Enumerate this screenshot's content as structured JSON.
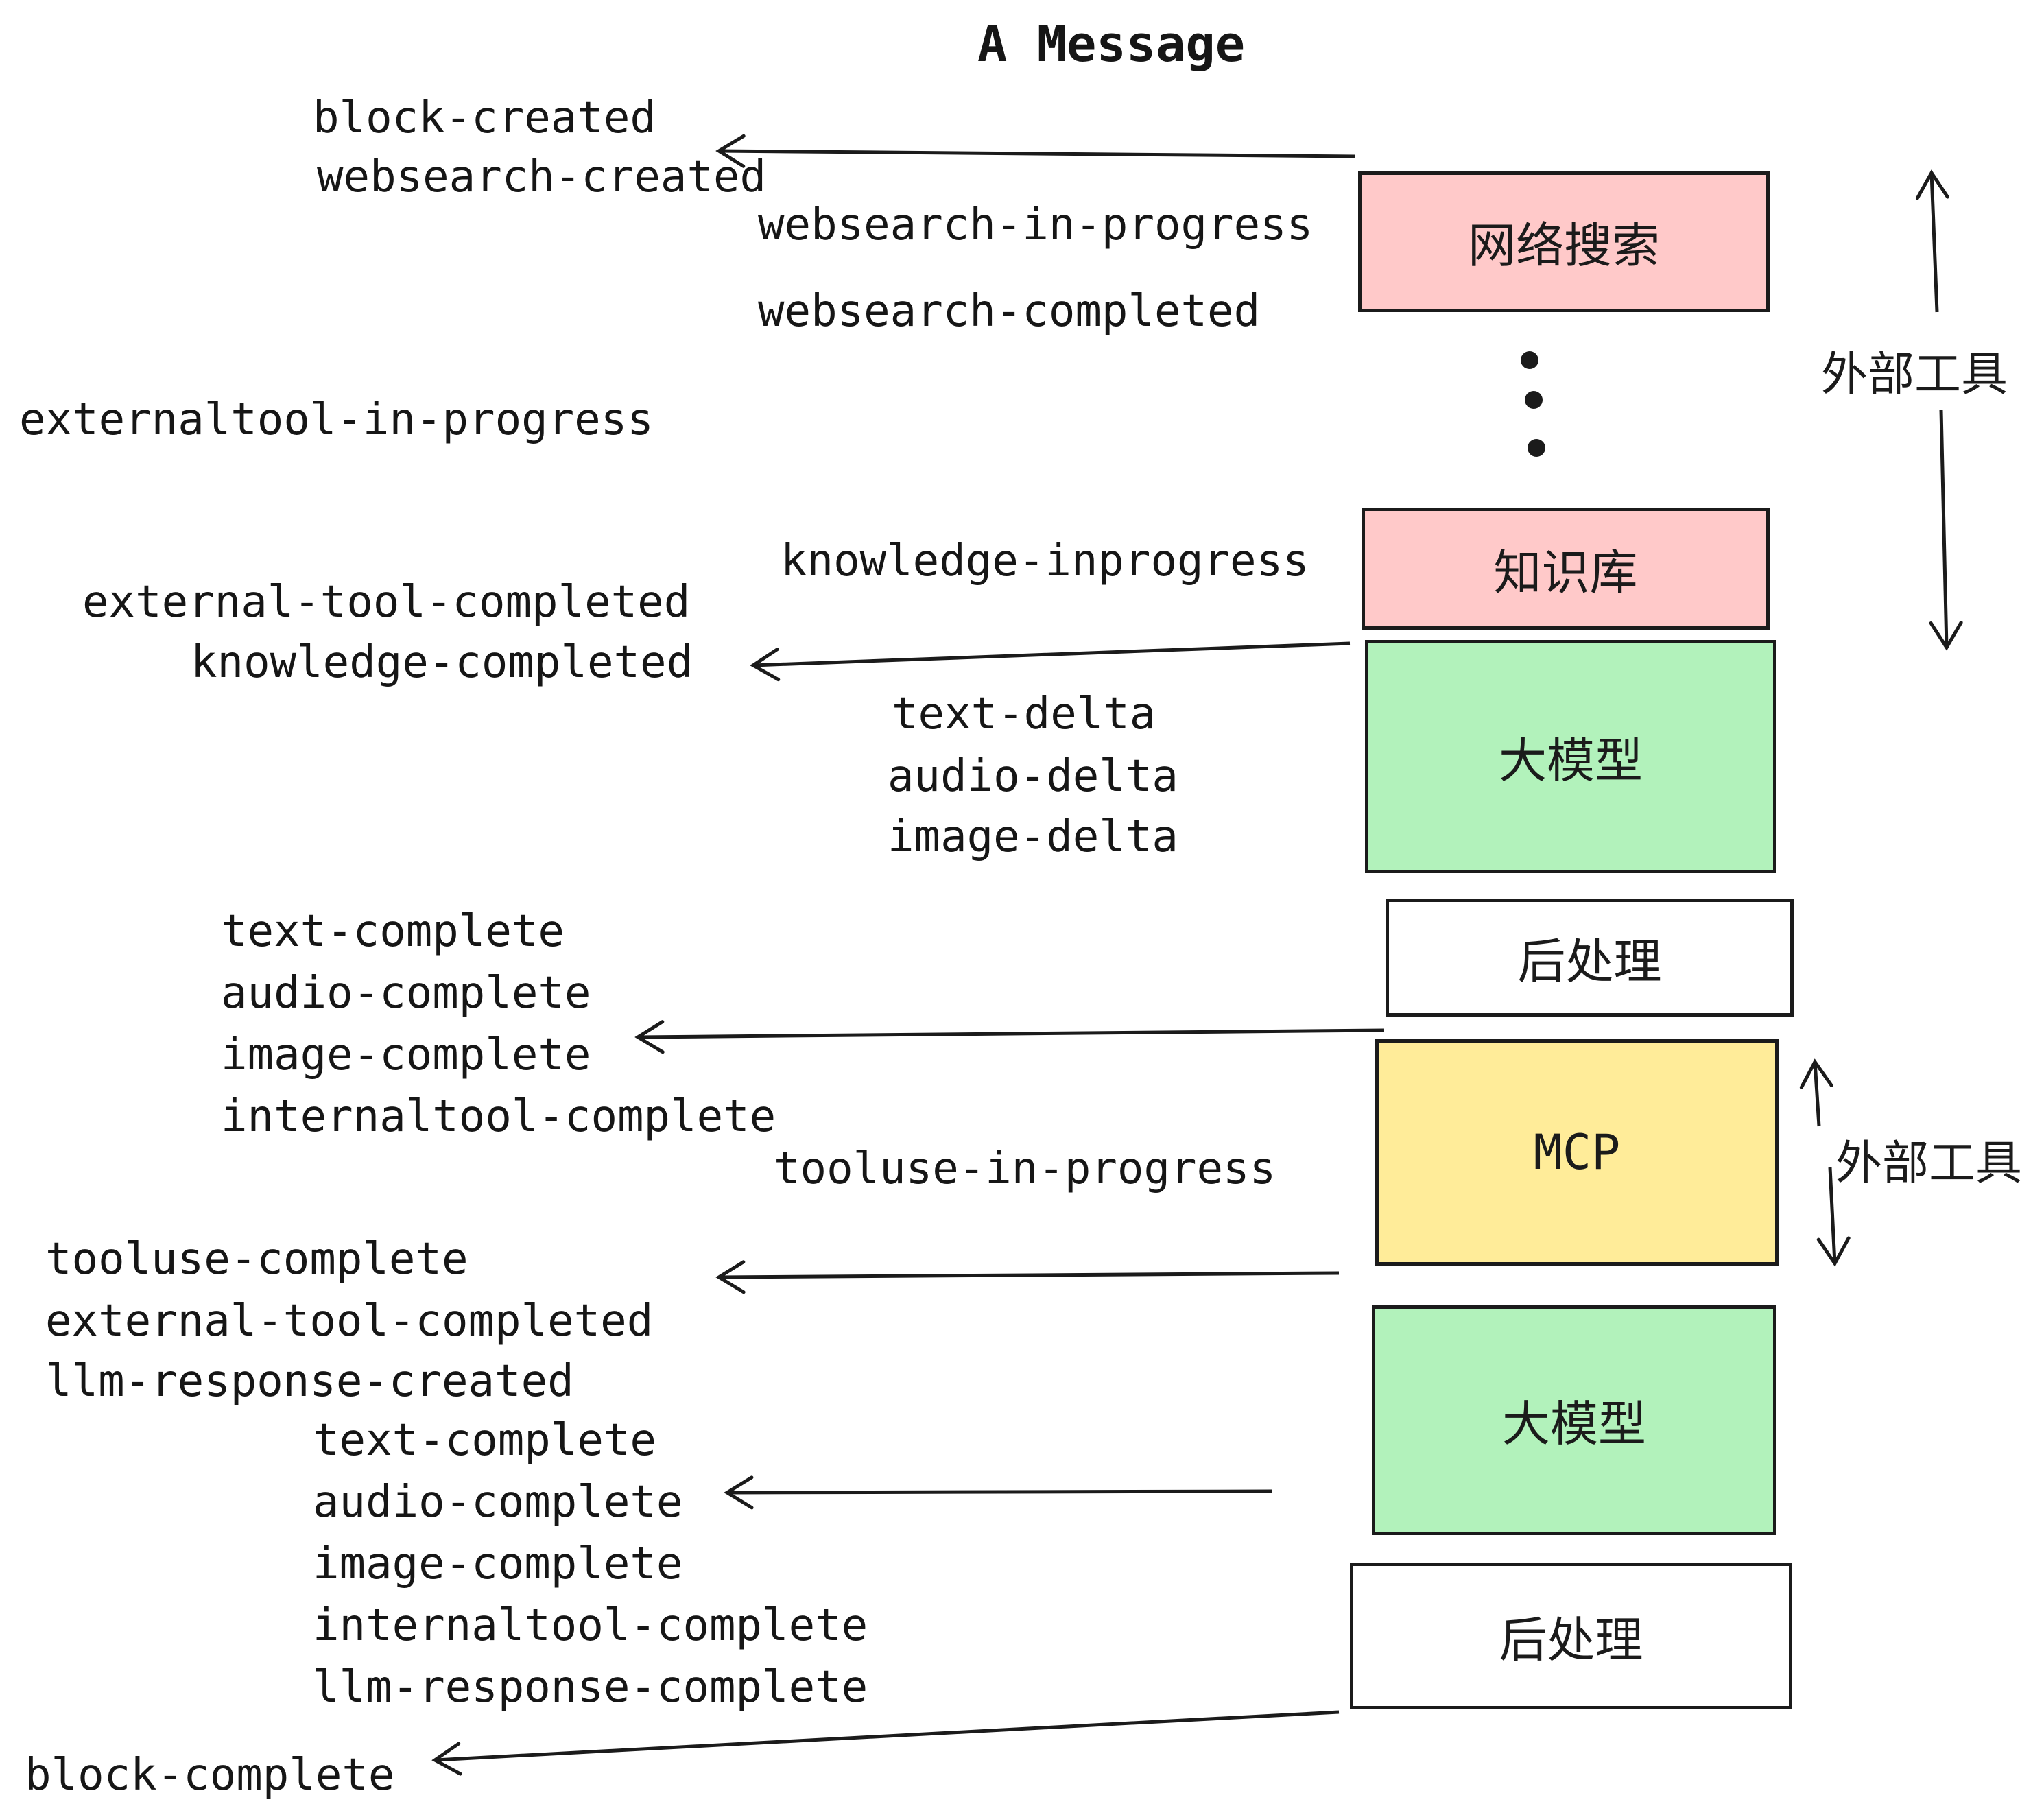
{
  "title": "A Message",
  "colors": {
    "pink": "#ffc9c9",
    "green": "#b2f2bb",
    "yellow": "#ffec99",
    "white": "#ffffff",
    "stroke": "#1b1b1b",
    "text": "#161616"
  },
  "boxes": {
    "websearch": "网络搜索",
    "knowledge": "知识库",
    "llm1": "大模型",
    "post1": "后处理",
    "mcp": "MCP",
    "llm2": "大模型",
    "post2": "后处理"
  },
  "side_labels": {
    "external_tools_top": "外部工具",
    "external_tools_mid": "外部工具"
  },
  "events": {
    "block_created": "block-created",
    "websearch_created": "websearch-created",
    "websearch_in_progress": "websearch-in-progress",
    "websearch_completed": "websearch-completed",
    "externaltool_in_progress": "externaltool-in-progress",
    "external_tool_completed_1": "external-tool-completed",
    "knowledge_inprogress": "knowledge-inprogress",
    "knowledge_completed": "knowledge-completed",
    "text_delta_1": "text-delta",
    "audio_delta_1": "audio-delta",
    "image_delta_1": "image-delta",
    "text_complete_1": "text-complete",
    "audio_complete_1": "audio-complete",
    "image_complete_1": "image-complete",
    "internaltool_complete_1": "internaltool-complete",
    "tooluse_in_progress": "tooluse-in-progress",
    "tooluse_complete": "tooluse-complete",
    "external_tool_completed_2": "external-tool-completed",
    "llm_response_created": "llm-response-created",
    "text_complete_2": "text-complete",
    "audio_complete_2": "audio-complete",
    "image_complete_2": "image-complete",
    "internaltool_complete_2": "internaltool-complete",
    "llm_response_complete": "llm-response-complete",
    "block_complete": "block-complete"
  }
}
